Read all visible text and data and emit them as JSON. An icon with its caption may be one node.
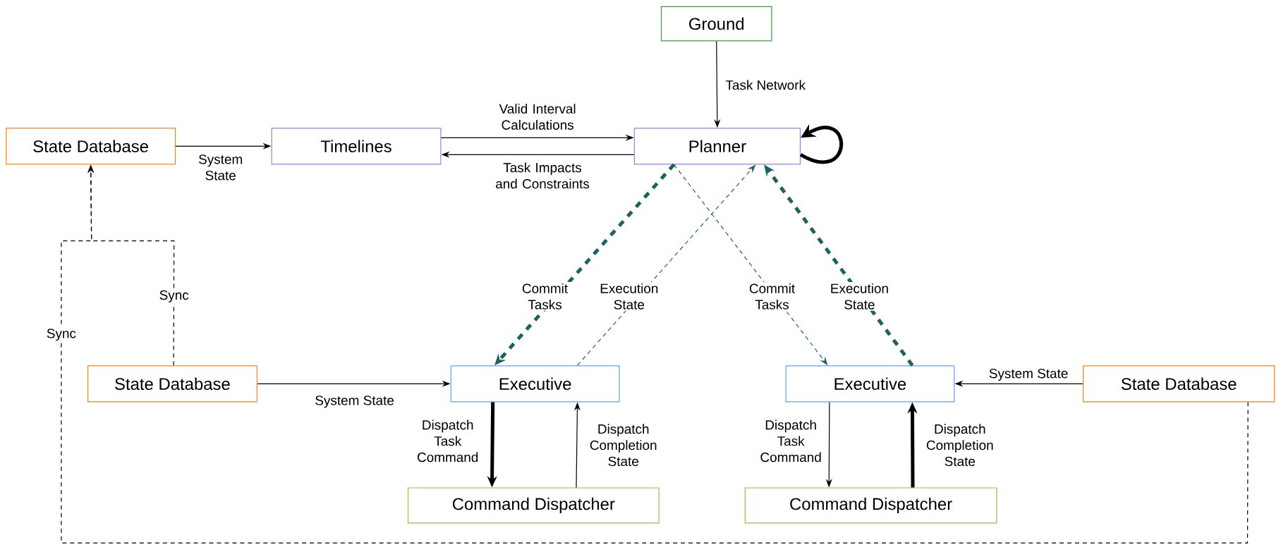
{
  "diagram": {
    "nodes": [
      {
        "text": [
          "Ground"
        ]
      },
      {
        "text": [
          "State Database"
        ]
      },
      {
        "text": [
          "Timelines"
        ]
      },
      {
        "text": [
          "Planner"
        ]
      },
      {
        "text": [
          "State Database"
        ]
      },
      {
        "text": [
          "Executive"
        ]
      },
      {
        "text": [
          "Executive"
        ]
      },
      {
        "text": [
          "State Database"
        ]
      },
      {
        "text": [
          "Command Dispatcher"
        ]
      },
      {
        "text": [
          "Command Dispatcher"
        ]
      }
    ],
    "edges": [
      {
        "from": 0,
        "to": 3,
        "arrow": "to",
        "label": "Task Network"
      },
      {
        "from": 1,
        "to": 2,
        "arrow": "to",
        "label": "System State"
      },
      {
        "from": 2,
        "to": 3,
        "arrow": "to",
        "label": "Valid Interval Calculations"
      },
      {
        "from": 3,
        "to": 2,
        "arrow": "to",
        "label": "Task Impacts and Constraints"
      },
      {
        "from": 3,
        "to": 3,
        "arrow": "to",
        "style": "thick"
      },
      {
        "from": 3,
        "to": 5,
        "arrow": "to",
        "label": "Commit Tasks",
        "style": "dashed",
        "color": "#1b635d"
      },
      {
        "from": 5,
        "to": 3,
        "arrow": "to",
        "label": "Execution State",
        "style": "dashed",
        "color": "#1b635d"
      },
      {
        "from": 3,
        "to": 6,
        "arrow": "to",
        "label": "Commit Tasks",
        "style": "dashed",
        "color": "#1b635d"
      },
      {
        "from": 6,
        "to": 3,
        "arrow": "to",
        "label": "Execution State",
        "style": "dashed",
        "color": "#1b635d"
      },
      {
        "from": 4,
        "to": 5,
        "arrow": "to",
        "label": "System State"
      },
      {
        "from": 7,
        "to": 6,
        "arrow": "to",
        "label": "System State"
      },
      {
        "from": 5,
        "to": 8,
        "arrow": "to",
        "label": "Dispatch Task Command",
        "style": "thick"
      },
      {
        "from": 8,
        "to": 5,
        "arrow": "to",
        "label": "Dispatch Completion State"
      },
      {
        "from": 6,
        "to": 9,
        "arrow": "to",
        "label": "Dispatch Task Command"
      },
      {
        "from": 9,
        "to": 6,
        "arrow": "to",
        "label": "Dispatch Completion State",
        "style": "thick"
      },
      {
        "from": 4,
        "to": 1,
        "arrow": "to",
        "label": "Sync",
        "style": "dashed"
      },
      {
        "from": 7,
        "to": 1,
        "arrow": "to",
        "label": "Sync",
        "style": "dashed"
      }
    ]
  }
}
